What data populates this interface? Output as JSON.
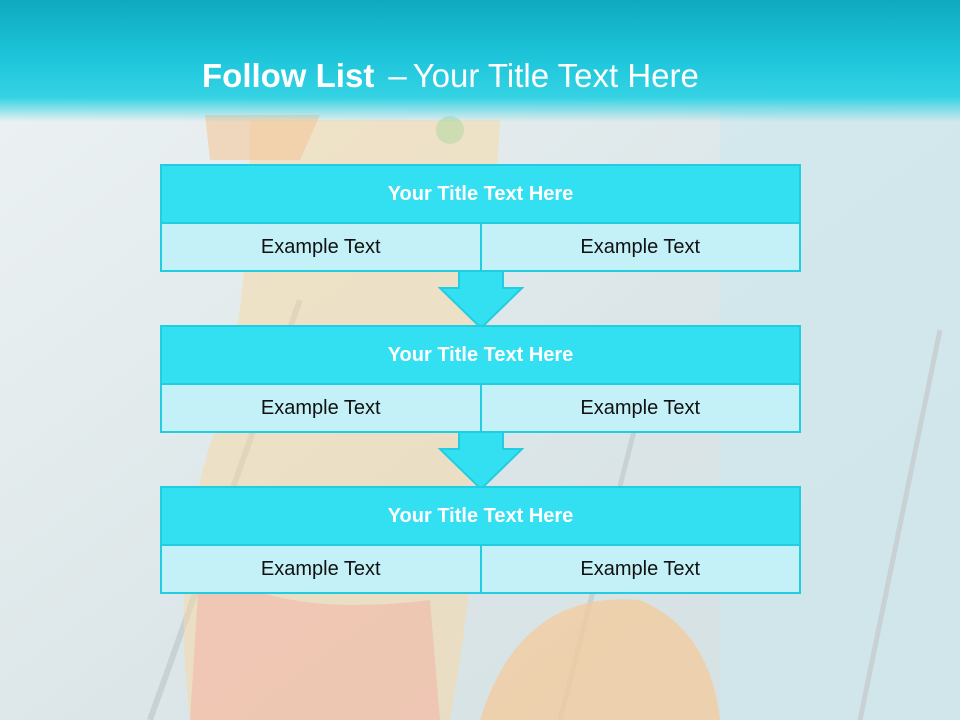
{
  "slide": {
    "title_bold": "Follow List",
    "title_sep": "–",
    "title_rest": "Your Title Text Here"
  },
  "steps": [
    {
      "title": "Your Title Text Here",
      "left": "Example Text",
      "right": "Example Text"
    },
    {
      "title": "Your Title Text Here",
      "left": "Example Text",
      "right": "Example Text"
    },
    {
      "title": "Your Title Text Here",
      "left": "Example Text",
      "right": "Example Text"
    }
  ],
  "colors": {
    "header_bg": "#1cc4d9",
    "block_head": "#33e0f2",
    "block_body": "#c3f1f7",
    "border": "#22cde2",
    "arrow": "#33e0f2"
  }
}
